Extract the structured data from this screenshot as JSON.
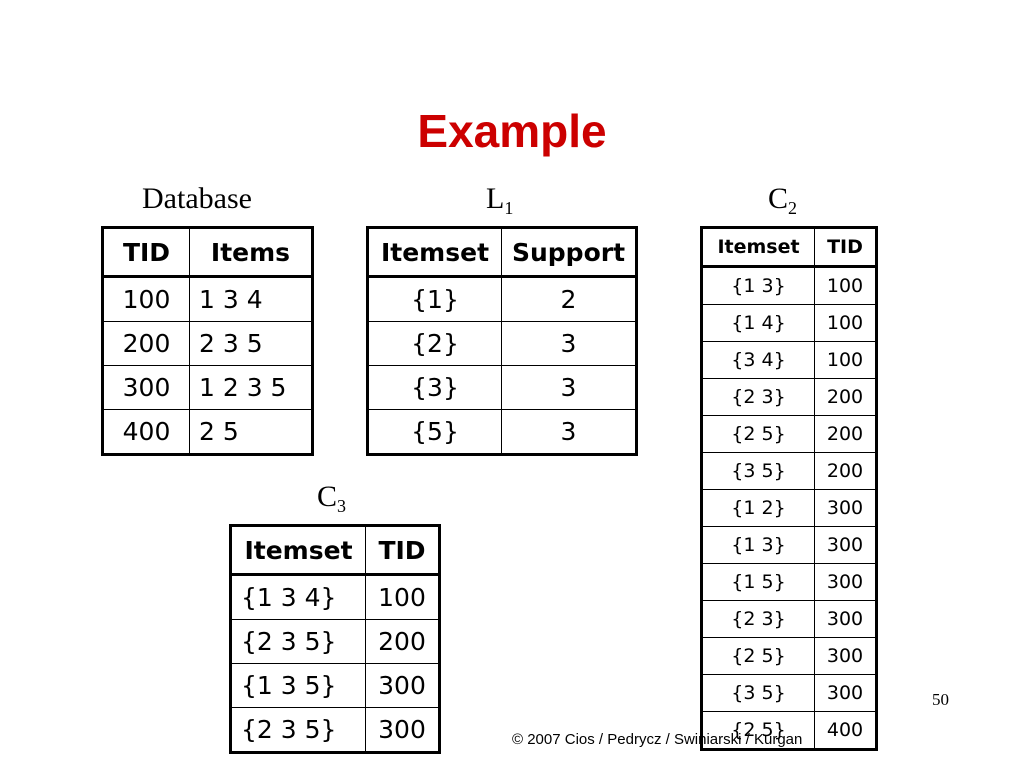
{
  "title": "Example",
  "database": {
    "caption": "Database",
    "headers": [
      "TID",
      "Items"
    ],
    "rows": [
      [
        "100",
        "1 3 4"
      ],
      [
        "200",
        "2 3 5"
      ],
      [
        "300",
        "1 2 3 5"
      ],
      [
        "400",
        "2 5"
      ]
    ]
  },
  "l1": {
    "caption_main": "L",
    "caption_sub": "1",
    "headers": [
      "Itemset",
      "Support"
    ],
    "rows": [
      [
        "{1}",
        "2"
      ],
      [
        "{2}",
        "3"
      ],
      [
        "{3}",
        "3"
      ],
      [
        "{5}",
        "3"
      ]
    ]
  },
  "c2": {
    "caption_main": "C",
    "caption_sub": "2",
    "headers": [
      "Itemset",
      "TID"
    ],
    "rows": [
      [
        "{1 3}",
        "100"
      ],
      [
        "{1 4}",
        "100"
      ],
      [
        "{3 4}",
        "100"
      ],
      [
        "{2 3}",
        "200"
      ],
      [
        "{2 5}",
        "200"
      ],
      [
        "{3 5}",
        "200"
      ],
      [
        "{1 2}",
        "300"
      ],
      [
        "{1 3}",
        "300"
      ],
      [
        "{1 5}",
        "300"
      ],
      [
        "{2 3}",
        "300"
      ],
      [
        "{2 5}",
        "300"
      ],
      [
        "{3 5}",
        "300"
      ],
      [
        "{2 5}",
        "400"
      ]
    ]
  },
  "c3": {
    "caption_main": "C",
    "caption_sub": "3",
    "headers": [
      "Itemset",
      "TID"
    ],
    "rows": [
      [
        "{1 3 4}",
        "100"
      ],
      [
        "{2 3 5}",
        "200"
      ],
      [
        "{1 3 5}",
        "300"
      ],
      [
        "{2 3 5}",
        "300"
      ]
    ]
  },
  "footer": {
    "page_number": "50",
    "copyright": "© 2007 Cios / Pedrycz / Swiniarski / Kurgan"
  },
  "colors": {
    "title": "#cc0000",
    "text": "#000000",
    "background": "#ffffff"
  }
}
